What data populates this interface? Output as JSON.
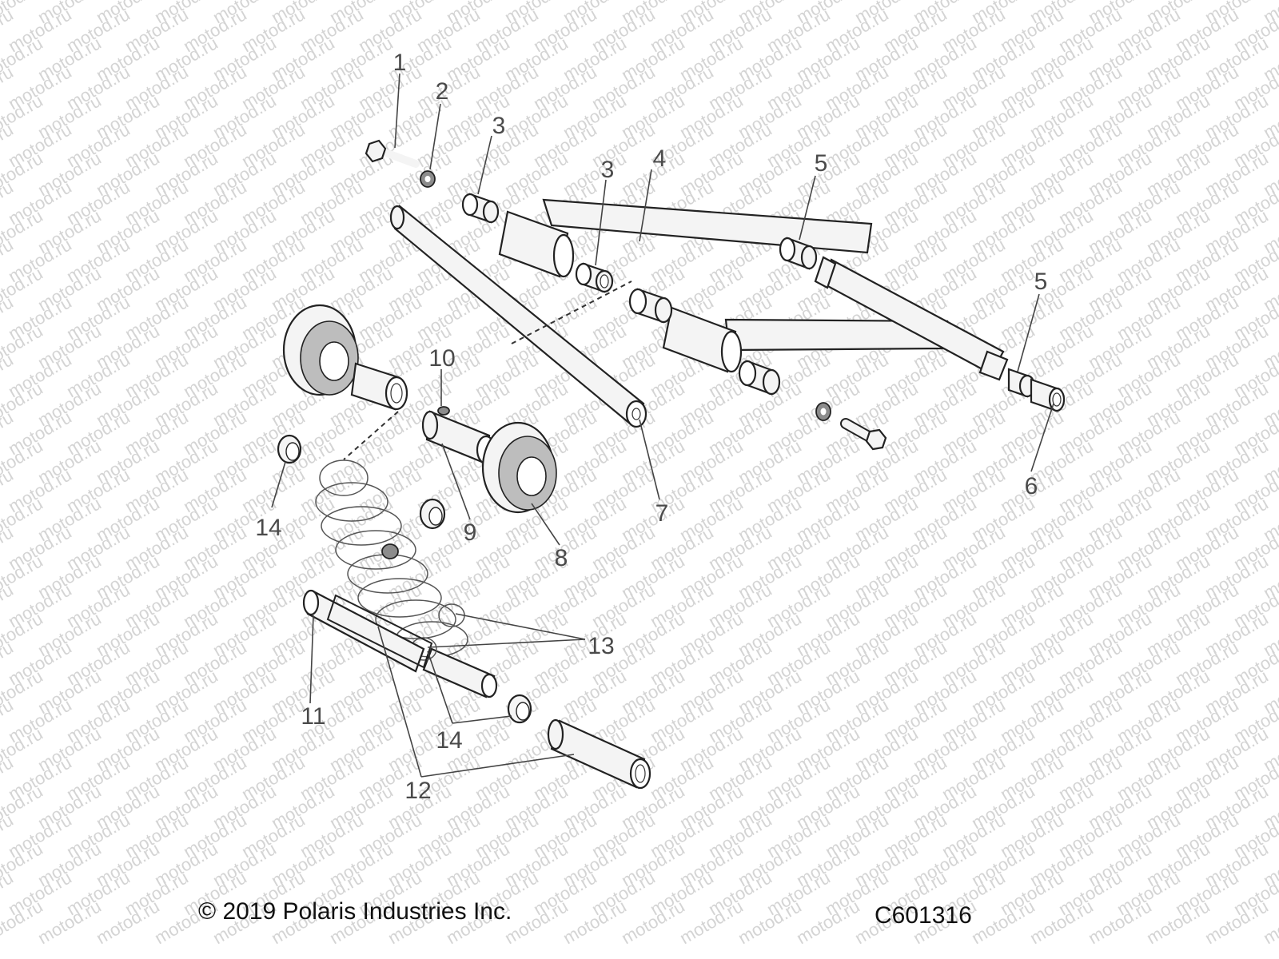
{
  "diagram": {
    "watermark_text": "motod.ru",
    "callouts": [
      "1",
      "2",
      "3",
      "3",
      "4",
      "5",
      "5",
      "6",
      "7",
      "8",
      "9",
      "10",
      "11",
      "12",
      "13",
      "14",
      "14"
    ],
    "copyright": "© 2019 Polaris Industries Inc.",
    "drawing_id": "C601316"
  }
}
